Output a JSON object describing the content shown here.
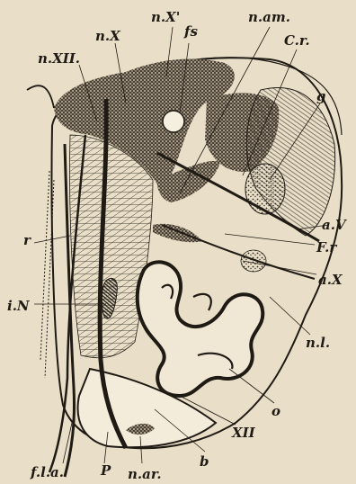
{
  "figure": {
    "background": "#e9dfc8",
    "ink": "#1f1a14",
    "labels": {
      "n_xii": "n.XII.",
      "n_x": "n.X",
      "n_x_prime": "n.X'",
      "fs": "fs",
      "n_am": "n.am.",
      "c_r": "C.r.",
      "g": "g",
      "a_v": "a.V",
      "r": "r",
      "f_r": "F.r",
      "a_x": "a.X",
      "i_n": "i.N",
      "n_l": "n.l.",
      "o": "o",
      "xii": "XII",
      "b": "b",
      "f_l_a": "f.l.a.",
      "p": "P",
      "n_ar": "n.ar."
    }
  }
}
